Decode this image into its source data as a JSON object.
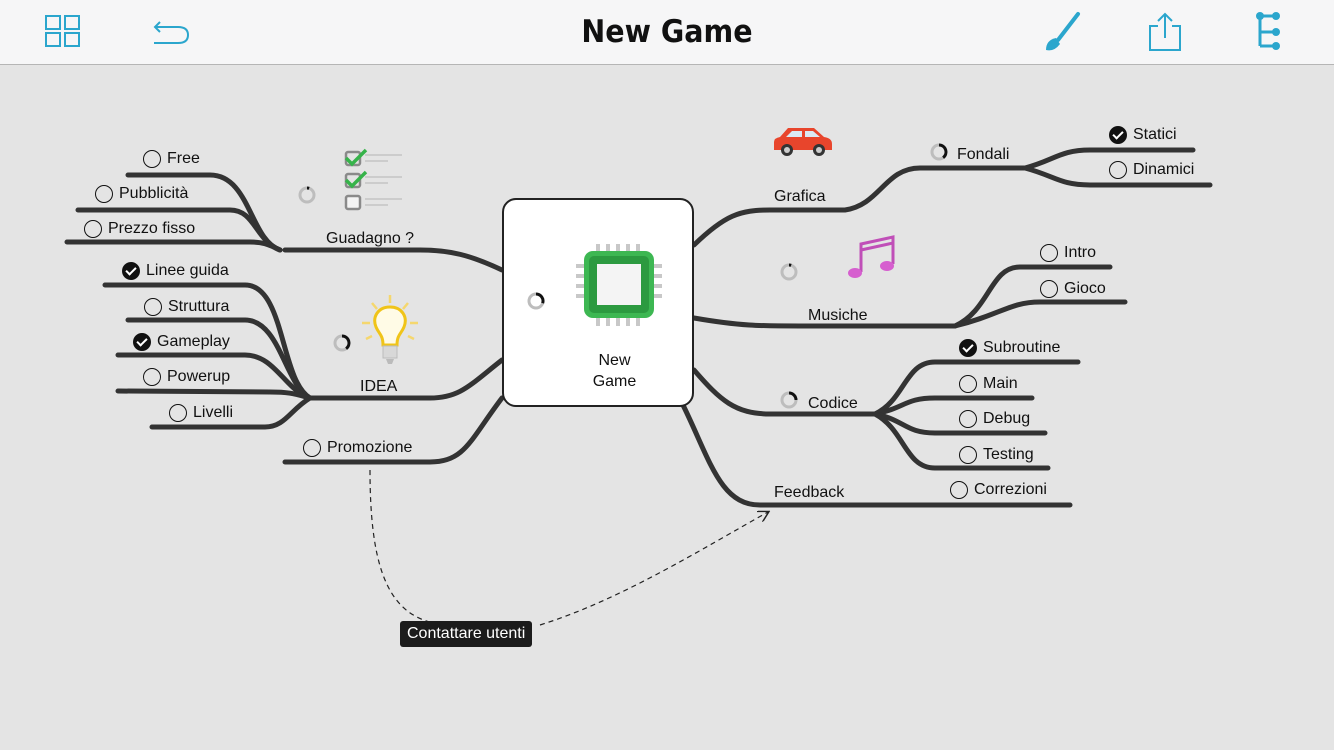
{
  "header": {
    "title": "New Game",
    "icons": [
      "grid-icon",
      "undo-icon",
      "brush-icon",
      "share-icon",
      "outline-icon"
    ]
  },
  "colors": {
    "accent": "#2ba6cd",
    "branch": "#333333",
    "background": "#e4e4e4"
  },
  "central": {
    "label_line1": "New",
    "label_line2": "Game",
    "icon": "cpu-chip-icon",
    "progress": 0.3
  },
  "branches": {
    "guadagno": {
      "label": "Guadagno ?",
      "icon": "checklist-icon",
      "progress": 0.05,
      "children": [
        {
          "label": "Free",
          "done": false
        },
        {
          "label": "Pubblicità",
          "done": false
        },
        {
          "label": "Prezzo fisso",
          "done": false
        }
      ]
    },
    "idea": {
      "label": "IDEA",
      "icon": "lightbulb-icon",
      "progress": 0.4,
      "children": [
        {
          "label": "Linee guida",
          "done": true
        },
        {
          "label": "Struttura",
          "done": false
        },
        {
          "label": "Gameplay",
          "done": true
        },
        {
          "label": "Powerup",
          "done": false
        },
        {
          "label": "Livelli",
          "done": false
        }
      ]
    },
    "promozione": {
      "label": "Promozione",
      "done": false
    },
    "grafica": {
      "label": "Grafica",
      "icon": "car-icon",
      "fondali": {
        "label": "Fondali",
        "progress": 0.4,
        "children": [
          {
            "label": "Statici",
            "done": true
          },
          {
            "label": "Dinamici",
            "done": false
          }
        ]
      }
    },
    "musiche": {
      "label": "Musiche",
      "icon": "music-notes-icon",
      "progress": 0.05,
      "children": [
        {
          "label": "Intro",
          "done": false
        },
        {
          "label": "Gioco",
          "done": false
        }
      ]
    },
    "codice": {
      "label": "Codice",
      "progress": 0.25,
      "children": [
        {
          "label": "Subroutine",
          "done": true
        },
        {
          "label": "Main",
          "done": false
        },
        {
          "label": "Debug",
          "done": false
        },
        {
          "label": "Testing",
          "done": false
        }
      ]
    },
    "feedback": {
      "label": "Feedback",
      "children": [
        {
          "label": "Correzioni",
          "done": false
        }
      ]
    }
  },
  "relation": {
    "label": "Contattare utenti"
  }
}
